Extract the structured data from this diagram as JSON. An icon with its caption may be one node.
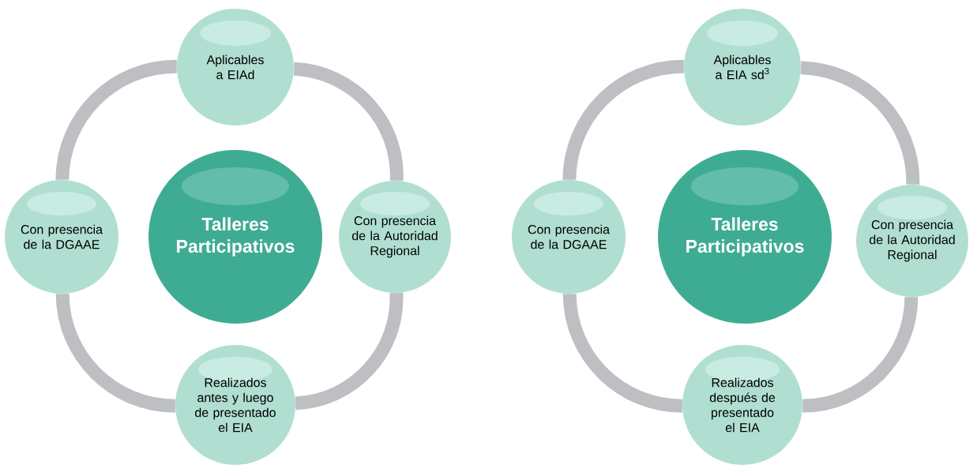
{
  "diagram": {
    "nodes": [
      {
        "text": [
          "Aplicables a EIAd"
        ]
      },
      {
        "text": [
          "Con presencia de la DGAAE"
        ]
      },
      {
        "text": [
          "Talleres Participativos"
        ]
      },
      {
        "text": [
          "Con presencia de la Autoridad Regional"
        ]
      },
      {
        "text": [
          "Realizados antes y luego de presentado el EIA"
        ]
      },
      {
        "text": [
          "Aplicables a EIA sd$^{3}$"
        ]
      },
      {
        "text": [
          "Con presencia de la DGAAE"
        ]
      },
      {
        "text": [
          "Talleres Participativos"
        ]
      },
      {
        "text": [
          "Con presencia de la Autoridad Regional"
        ]
      },
      {
        "text": [
          "Realizados después de presentado el EIA"
        ]
      }
    ],
    "edges": [
      {
        "from": 0,
        "to": 3,
        "arrow": "none"
      },
      {
        "from": 3,
        "to": 4,
        "arrow": "none"
      },
      {
        "from": 4,
        "to": 1,
        "arrow": "none"
      },
      {
        "from": 1,
        "to": 0,
        "arrow": "none"
      },
      {
        "from": 5,
        "to": 8,
        "arrow": "none"
      },
      {
        "from": 8,
        "to": 9,
        "arrow": "none"
      },
      {
        "from": 9,
        "to": 6,
        "arrow": "none"
      },
      {
        "from": 6,
        "to": 5,
        "arrow": "none"
      }
    ]
  }
}
